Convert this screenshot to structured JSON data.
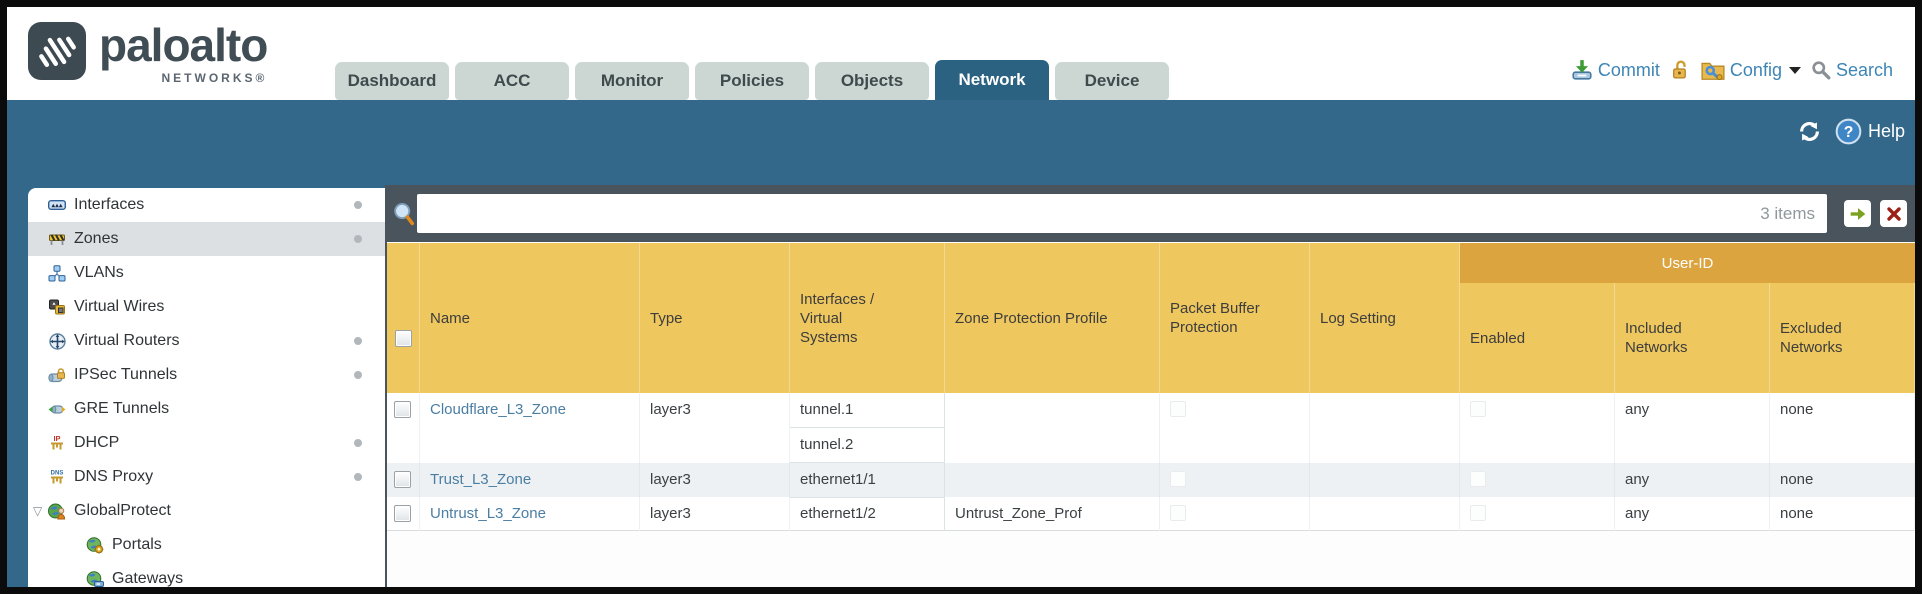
{
  "brand": {
    "name": "paloalto",
    "sub": "NETWORKS®"
  },
  "nav_tabs": [
    {
      "label": "Dashboard",
      "active": false
    },
    {
      "label": "ACC",
      "active": false
    },
    {
      "label": "Monitor",
      "active": false
    },
    {
      "label": "Policies",
      "active": false
    },
    {
      "label": "Objects",
      "active": false
    },
    {
      "label": "Network",
      "active": true
    },
    {
      "label": "Device",
      "active": false
    }
  ],
  "utilities": {
    "commit_label": "Commit",
    "config_label": "Config",
    "search_label": "Search"
  },
  "band_toolbar": {
    "help_label": "Help"
  },
  "sidebar": {
    "items": [
      {
        "label": "Interfaces",
        "icon": "interfaces-icon",
        "dot": true,
        "selected": false,
        "child": false,
        "expandable": false
      },
      {
        "label": "Zones",
        "icon": "zones-icon",
        "dot": true,
        "selected": true,
        "child": false,
        "expandable": false
      },
      {
        "label": "VLANs",
        "icon": "vlans-icon",
        "dot": false,
        "selected": false,
        "child": false,
        "expandable": false
      },
      {
        "label": "Virtual Wires",
        "icon": "virtual-wires-icon",
        "dot": false,
        "selected": false,
        "child": false,
        "expandable": false
      },
      {
        "label": "Virtual Routers",
        "icon": "virtual-routers-icon",
        "dot": true,
        "selected": false,
        "child": false,
        "expandable": false
      },
      {
        "label": "IPSec Tunnels",
        "icon": "ipsec-tunnels-icon",
        "dot": true,
        "selected": false,
        "child": false,
        "expandable": false
      },
      {
        "label": "GRE Tunnels",
        "icon": "gre-tunnels-icon",
        "dot": false,
        "selected": false,
        "child": false,
        "expandable": false
      },
      {
        "label": "DHCP",
        "icon": "dhcp-icon",
        "dot": true,
        "selected": false,
        "child": false,
        "expandable": false
      },
      {
        "label": "DNS Proxy",
        "icon": "dns-proxy-icon",
        "dot": true,
        "selected": false,
        "child": false,
        "expandable": false
      },
      {
        "label": "GlobalProtect",
        "icon": "globalprotect-icon",
        "dot": false,
        "selected": false,
        "child": false,
        "expandable": true
      },
      {
        "label": "Portals",
        "icon": "portals-icon",
        "dot": false,
        "selected": false,
        "child": true,
        "expandable": false
      },
      {
        "label": "Gateways",
        "icon": "gateways-icon",
        "dot": false,
        "selected": false,
        "child": true,
        "expandable": false
      }
    ]
  },
  "filter_bar": {
    "value": "",
    "count": "3 items"
  },
  "table": {
    "group_header": "User-ID",
    "columns": [
      "",
      "Name",
      "Type",
      "Interfaces / Virtual Systems",
      "Zone Protection Profile",
      "Packet Buffer Protection",
      "Log Setting",
      "Enabled",
      "Included Networks",
      "Excluded Networks"
    ],
    "rows": [
      {
        "name": "Cloudflare_L3_Zone",
        "type": "layer3",
        "interfaces": [
          "tunnel.1",
          "tunnel.2"
        ],
        "zone_protection_profile": "",
        "log_setting": "",
        "included_networks": "any",
        "excluded_networks": "none"
      },
      {
        "name": "Trust_L3_Zone",
        "type": "layer3",
        "interfaces": [
          "ethernet1/1"
        ],
        "zone_protection_profile": "",
        "log_setting": "",
        "included_networks": "any",
        "excluded_networks": "none"
      },
      {
        "name": "Untrust_L3_Zone",
        "type": "layer3",
        "interfaces": [
          "ethernet1/2"
        ],
        "zone_protection_profile": "Untrust_Zone_Prof",
        "log_setting": "",
        "included_networks": "any",
        "excluded_networks": "none"
      }
    ]
  },
  "colors": {
    "accent_teal": "#33688a",
    "header_amber": "#eec75f",
    "header_amber_dark": "#dba43f",
    "link_blue": "#4a7ea3",
    "util_blue": "#3d85b5"
  }
}
